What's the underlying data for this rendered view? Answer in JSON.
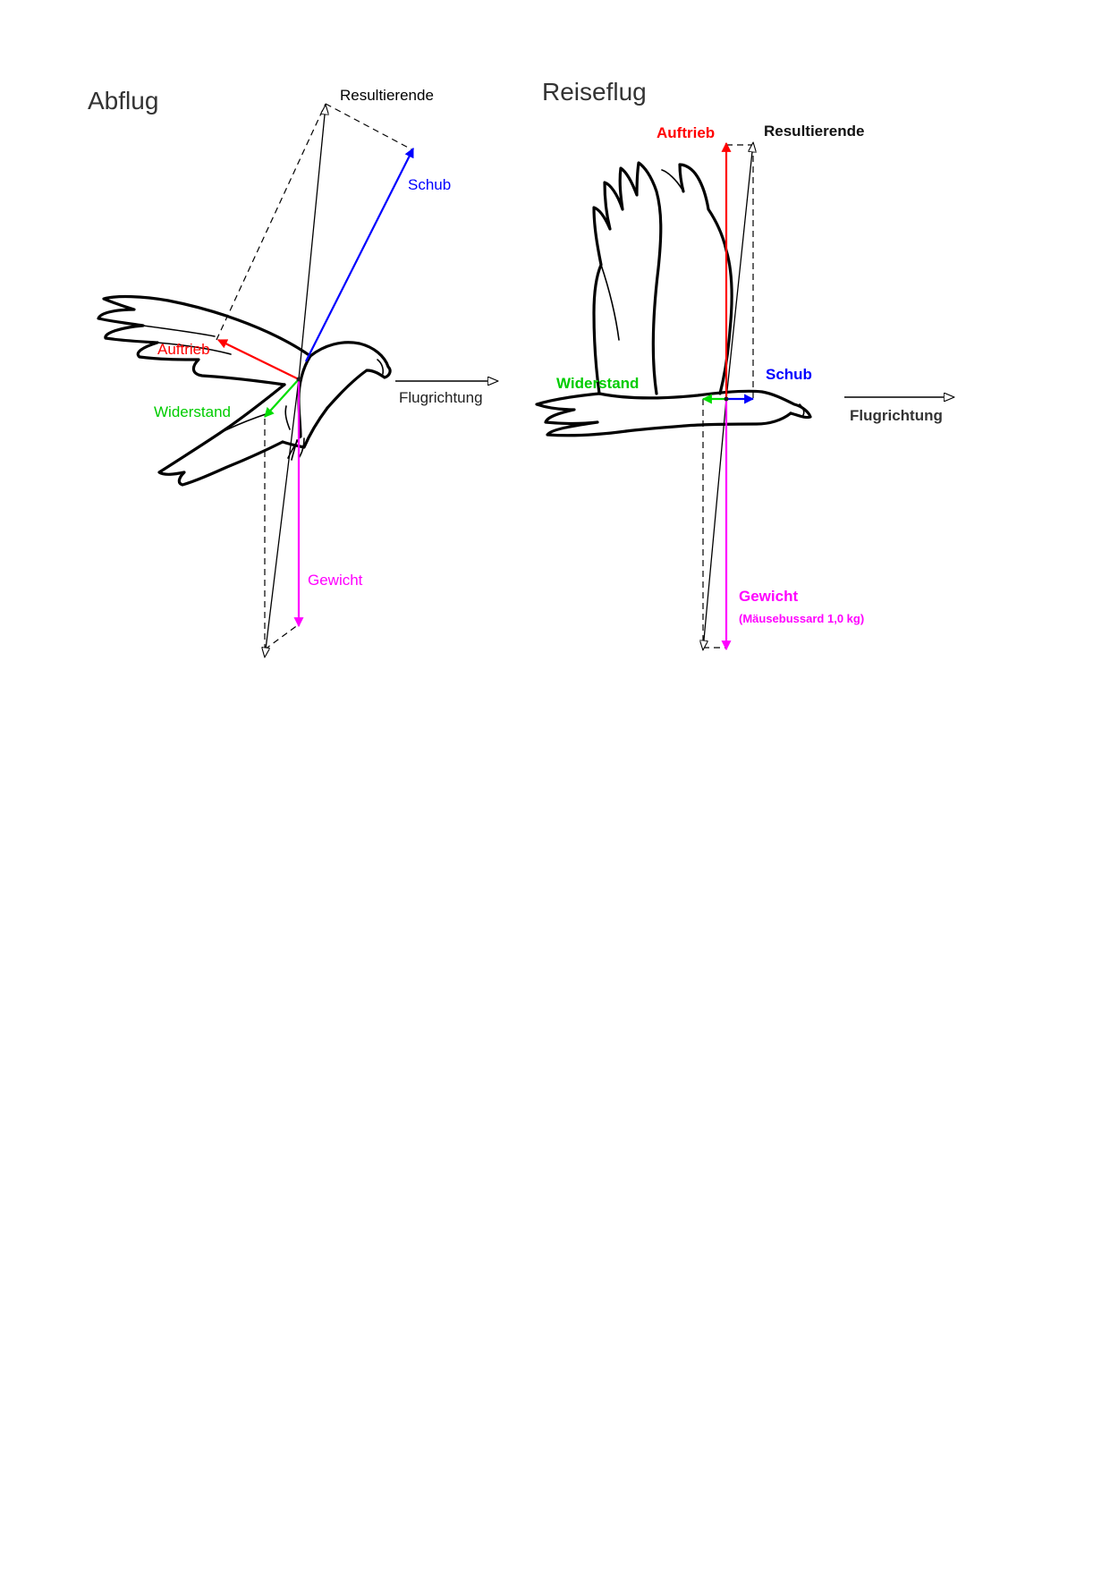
{
  "colors": {
    "auftrieb": "#ff0000",
    "schub": "#0000ff",
    "widerstand": "#00dd00",
    "gewicht": "#ff00ff",
    "resultierende": "#000000",
    "title": "#333333"
  },
  "panel_left": {
    "title": "Abflug",
    "resultierende": "Resultierende",
    "schub": "Schub",
    "auftrieb": "Auftrieb",
    "widerstand": "Widerstand",
    "gewicht": "Gewicht",
    "flugrichtung": "Flugrichtung"
  },
  "panel_right": {
    "title": "Reiseflug",
    "auftrieb": "Auftrieb",
    "resultierende": "Resultierende",
    "widerstand": "Widerstand",
    "schub": "Schub",
    "flugrichtung": "Flugrichtung",
    "gewicht": "Gewicht",
    "gewicht_note": "(Mäusebussard 1,0 kg)"
  }
}
